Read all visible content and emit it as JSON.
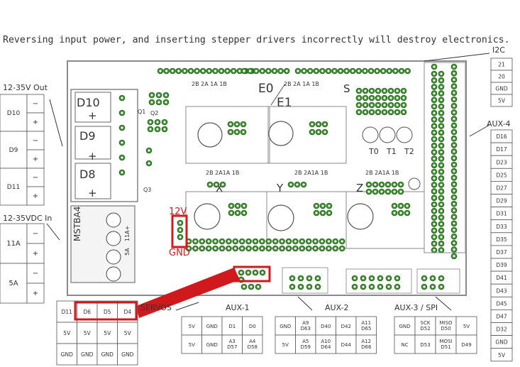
{
  "warning": "Reversing input power, and inserting stepper drivers incorrectly will destroy electronics.",
  "out_block": {
    "title": "12-35V Out",
    "rows": [
      {
        "name": "D10",
        "minus": "−",
        "plus": "+"
      },
      {
        "name": "D9",
        "minus": "−",
        "plus": "+"
      },
      {
        "name": "D11",
        "minus": "−",
        "plus": "+"
      }
    ]
  },
  "in_block": {
    "title": "12-35VDC In",
    "rows": [
      {
        "name": "11A",
        "minus": "−",
        "plus": "+"
      },
      {
        "name": "5A",
        "minus": "−",
        "plus": "+"
      }
    ]
  },
  "i2c": {
    "title": "I2C",
    "pins": [
      "21",
      "20",
      "GND",
      "5V"
    ]
  },
  "aux4": {
    "title": "AUX-4",
    "pins": [
      "D16",
      "D17",
      "D23",
      "D25",
      "D27",
      "D29",
      "D31",
      "D33",
      "D35",
      "D37",
      "D39",
      "D41",
      "D43",
      "D45",
      "D47",
      "D32",
      "GND",
      "5V"
    ]
  },
  "servos": {
    "title": "SERVOS",
    "rows": [
      [
        "D11",
        "D6",
        "D5",
        "D4"
      ],
      [
        "5V",
        "5V",
        "5V",
        "5V"
      ],
      [
        "GND",
        "GND",
        "GND",
        "GND"
      ]
    ]
  },
  "aux1": {
    "title": "AUX-1",
    "rows": [
      [
        "5V",
        "GND",
        "D1",
        "D0"
      ],
      [
        "5V",
        "GND",
        "A3\nD57",
        "A4\nD58"
      ]
    ]
  },
  "aux2": {
    "title": "AUX-2",
    "rows": [
      [
        "GND",
        "A9\nD63",
        "D40",
        "D42",
        "A11\nD65"
      ],
      [
        "5V",
        "A5\nD59",
        "A10\nD64",
        "D44",
        "A12\nD66"
      ]
    ]
  },
  "aux3": {
    "title": "AUX-3 / SPI",
    "rows": [
      [
        "GND",
        "SCK\nD52",
        "MISO\nD50",
        "5V"
      ],
      [
        "NC",
        "D53",
        "MOSI\nD51",
        "D49"
      ]
    ]
  },
  "board": {
    "terminals": [
      "D10",
      "D9",
      "D8"
    ],
    "plus_marks": [
      "+",
      "+",
      "+"
    ],
    "axis_letters": [
      "X",
      "Y",
      "Z"
    ],
    "extruders": [
      "E0",
      "E1"
    ],
    "thermistors": [
      "T0",
      "T1",
      "T2"
    ],
    "stepper_pin_labels": [
      "2B 2A 1A 1B",
      "2B 2A 1A 1B",
      "2B 2A1A 1B",
      "2B 2A1A 1B",
      "2B 2A1A 1B"
    ],
    "mstba4": "MSTBA4",
    "q_labels": [
      "Q1",
      "Q2",
      "Q3"
    ],
    "s_label": "S",
    "fuse_labels": [
      "11A+",
      "5A"
    ]
  },
  "annotations": {
    "v12": "12V",
    "gnd": "GND",
    "accent": "#d0191d"
  },
  "colors": {
    "pin_green": "#3c8a2e",
    "board_outline": "#8a8a8a",
    "accent": "#d0191d"
  }
}
